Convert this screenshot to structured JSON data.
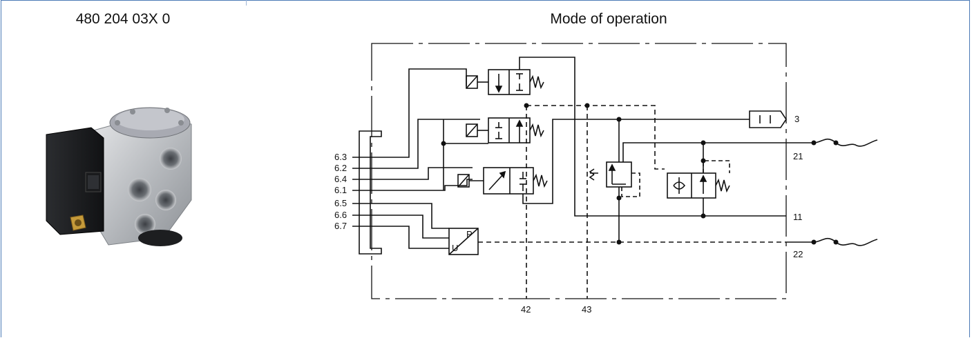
{
  "part_number": "480 204 03X 0",
  "section_title": "Mode of operation",
  "product_image": {
    "name": "valve-unit-photo"
  },
  "diagram": {
    "left_port_labels": [
      "6.3",
      "6.2",
      "6.4",
      "6.1",
      "6.5",
      "6.6",
      "6.7"
    ],
    "right_port_labels": [
      "3",
      "21",
      "11",
      "22"
    ],
    "bottom_port_labels": [
      "42",
      "43"
    ],
    "sensor_labels": {
      "p": "P",
      "u": "U"
    }
  }
}
